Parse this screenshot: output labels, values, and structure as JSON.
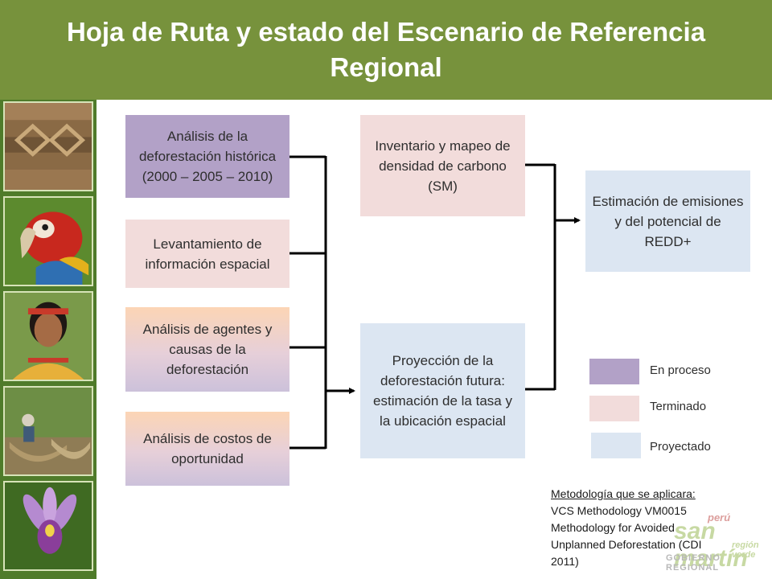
{
  "title": "Hoja de Ruta y estado del Escenario de Referencia Regional",
  "boxes": {
    "historic": "Análisis de la deforestación histórica  (2000 – 2005 – 2010)",
    "spatial": "Levantamiento de información espacial",
    "agents": "Análisis de agentes y causas de la deforestación",
    "costs": "Análisis de costos de oportunidad",
    "carbon": "Inventario y mapeo de densidad de carbono (SM)",
    "projection": "Proyección de la deforestación futura: estimación de la  tasa y la ubicación espacial",
    "emissions": "Estimación de emisiones y del potencial de REDD+"
  },
  "legend": [
    {
      "label": "En proceso",
      "color": "#b2a1c7"
    },
    {
      "label": "Terminado",
      "color": "#f2dcdb"
    },
    {
      "label": "Proyectado",
      "color": "#dce6f2"
    }
  ],
  "methodology": {
    "title": "Metodología que se aplicara:",
    "lines": [
      "VCS Methodology VM0015",
      "Methodology for Avoided",
      "Unplanned Deforestation (CDI",
      "2011)"
    ]
  },
  "logo": {
    "top": "perú",
    "main": "san martín",
    "sub": "región verde",
    "bottom": "GOBIERNO REGIONAL"
  },
  "colors": {
    "header": "#77923c",
    "in_process": "#b2a1c7",
    "finished": "#f2dcdb",
    "projected": "#dce6f2",
    "connector": "#000000"
  }
}
